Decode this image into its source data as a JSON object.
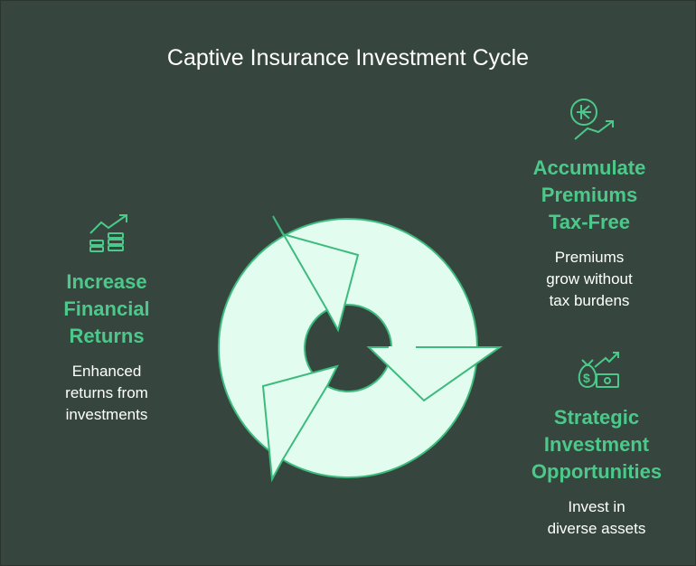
{
  "title": "Captive Insurance Investment Cycle",
  "colors": {
    "background": "#36463e",
    "accent": "#4cc98a",
    "cycle_fill": "#e2fcef",
    "cycle_stroke": "#3dbb7e"
  },
  "items": [
    {
      "icon": "money-growth-icon",
      "heading": [
        "Increase",
        "Financial",
        "Returns"
      ],
      "description": [
        "Enhanced",
        "returns from",
        "investments"
      ]
    },
    {
      "icon": "coin-trend-icon",
      "heading": [
        "Accumulate",
        "Premiums",
        "Tax-Free"
      ],
      "description": [
        "Premiums",
        "grow without",
        "tax burdens"
      ]
    },
    {
      "icon": "moneybag-growth-icon",
      "heading": [
        "Strategic",
        "Investment",
        "Opportunities"
      ],
      "description": [
        "Invest in",
        "diverse assets"
      ]
    }
  ]
}
